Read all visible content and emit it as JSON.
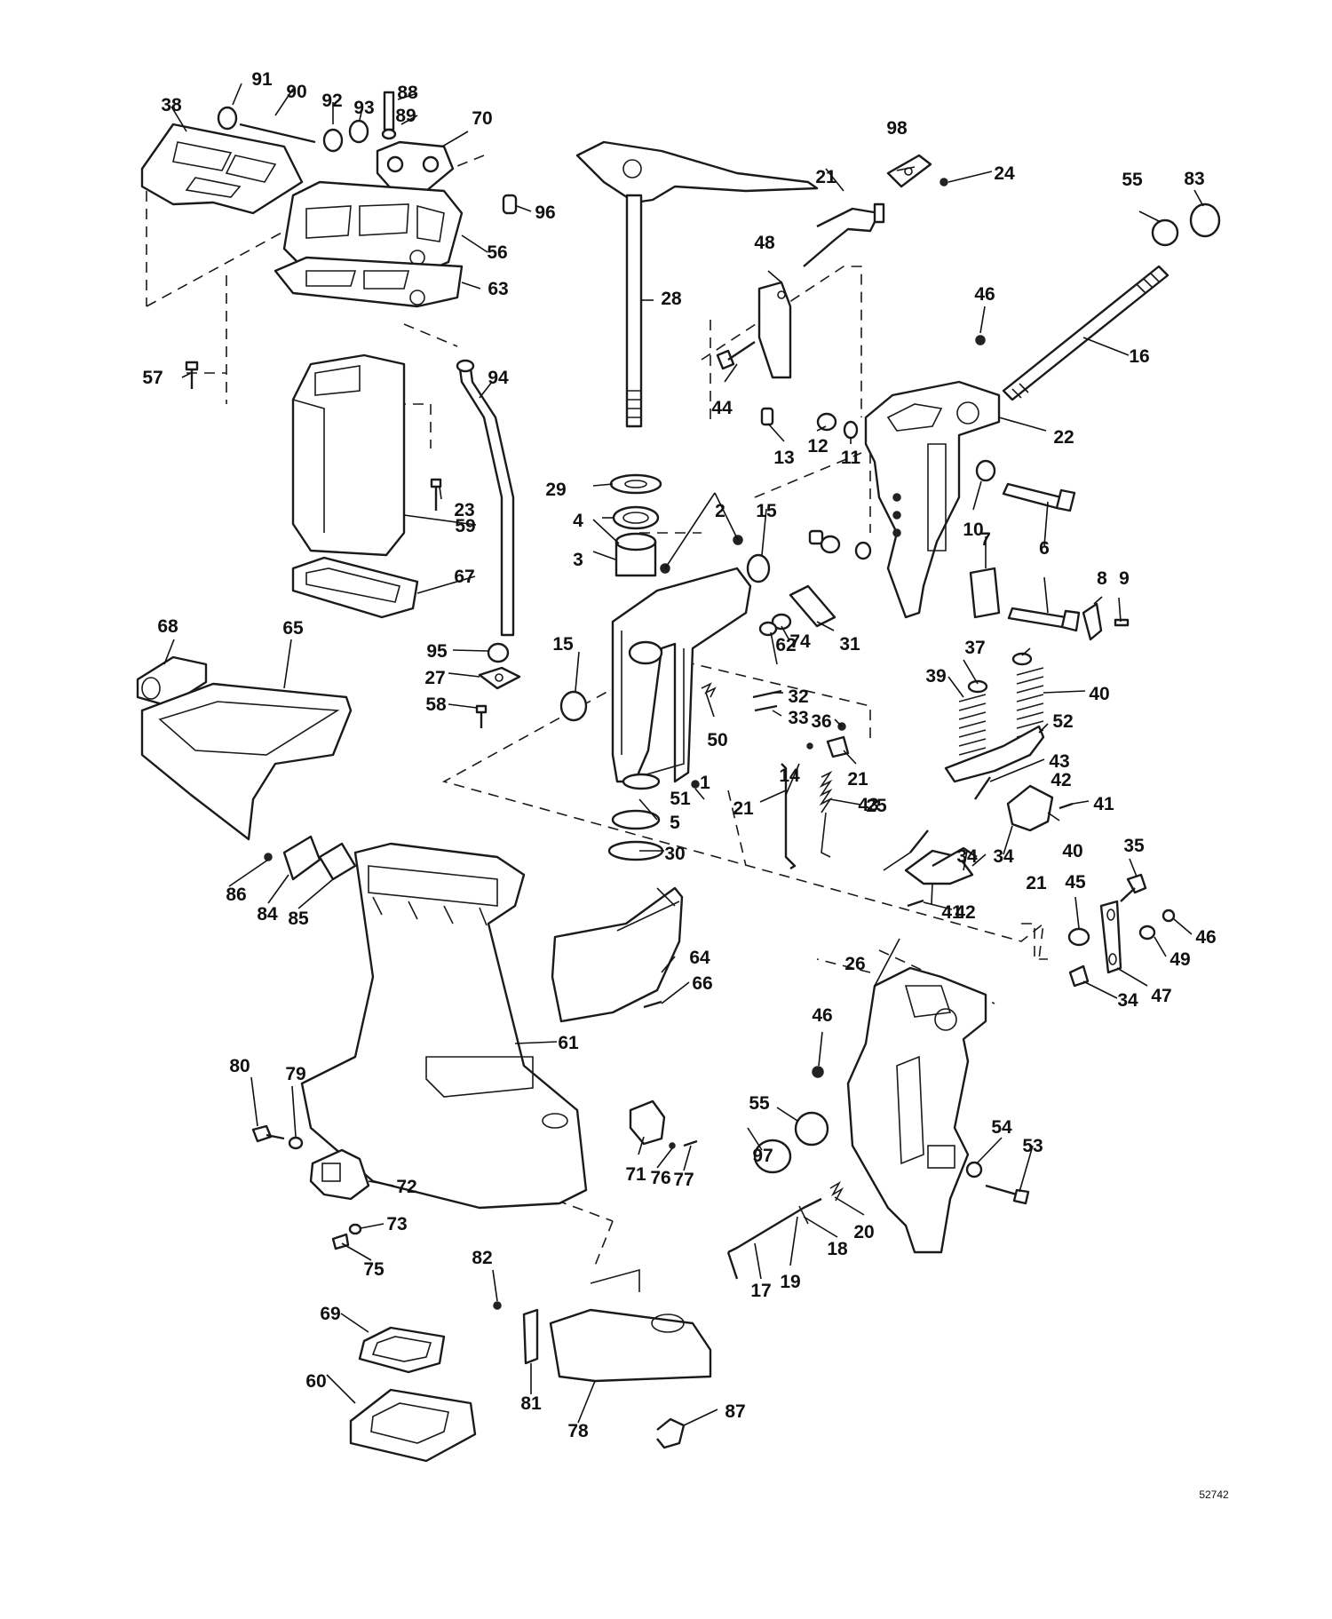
{
  "diagram": {
    "reference_number": "52742",
    "colors": {
      "ink": "#111111",
      "paper": "#ffffff"
    },
    "callouts": [
      "1",
      "2",
      "3",
      "4",
      "5",
      "6",
      "7",
      "8",
      "9",
      "10",
      "11",
      "12",
      "13",
      "14",
      "15",
      "15",
      "16",
      "17",
      "18",
      "19",
      "20",
      "21",
      "21",
      "21",
      "21",
      "22",
      "23",
      "24",
      "25",
      "26",
      "27",
      "28",
      "29",
      "30",
      "31",
      "32",
      "33",
      "34",
      "34",
      "34",
      "35",
      "36",
      "37",
      "39",
      "40",
      "40",
      "41",
      "41",
      "42",
      "42",
      "43",
      "43",
      "44",
      "45",
      "46",
      "46",
      "46",
      "47",
      "48",
      "49",
      "50",
      "51",
      "52",
      "53",
      "54",
      "55",
      "55",
      "56",
      "57",
      "58",
      "59",
      "60",
      "61",
      "62",
      "63",
      "64",
      "65",
      "66",
      "67",
      "68",
      "69",
      "70",
      "71",
      "72",
      "73",
      "74",
      "75",
      "76",
      "77",
      "78",
      "79",
      "80",
      "81",
      "82",
      "83",
      "84",
      "85",
      "86",
      "87",
      "88",
      "89",
      "90",
      "91",
      "92",
      "93",
      "94",
      "95",
      "96",
      "97",
      "98",
      "38"
    ]
  }
}
